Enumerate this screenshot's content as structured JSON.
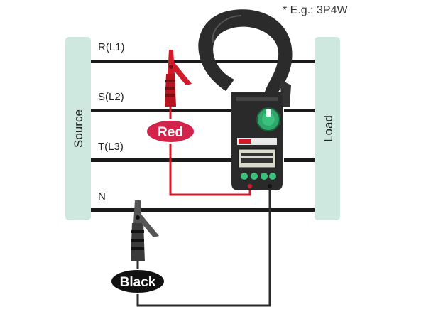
{
  "note": "* E.g.: 3P4W",
  "source_label": "Source",
  "load_label": "Load",
  "lines": [
    {
      "label": "R(L1)"
    },
    {
      "label": "S(L2)"
    },
    {
      "label": "T(L3)"
    },
    {
      "label": "N"
    }
  ],
  "red_lead_label": "Red",
  "black_lead_label": "Black",
  "colors": {
    "panel": "#cfe8df",
    "line": "#1a1a1a",
    "red_lead": "#d01b2b",
    "red_badge": "#d4234a",
    "black_lead": "#2a2a2a",
    "meter_body": "#2a2a2a",
    "meter_dial": "#2fa66a"
  }
}
